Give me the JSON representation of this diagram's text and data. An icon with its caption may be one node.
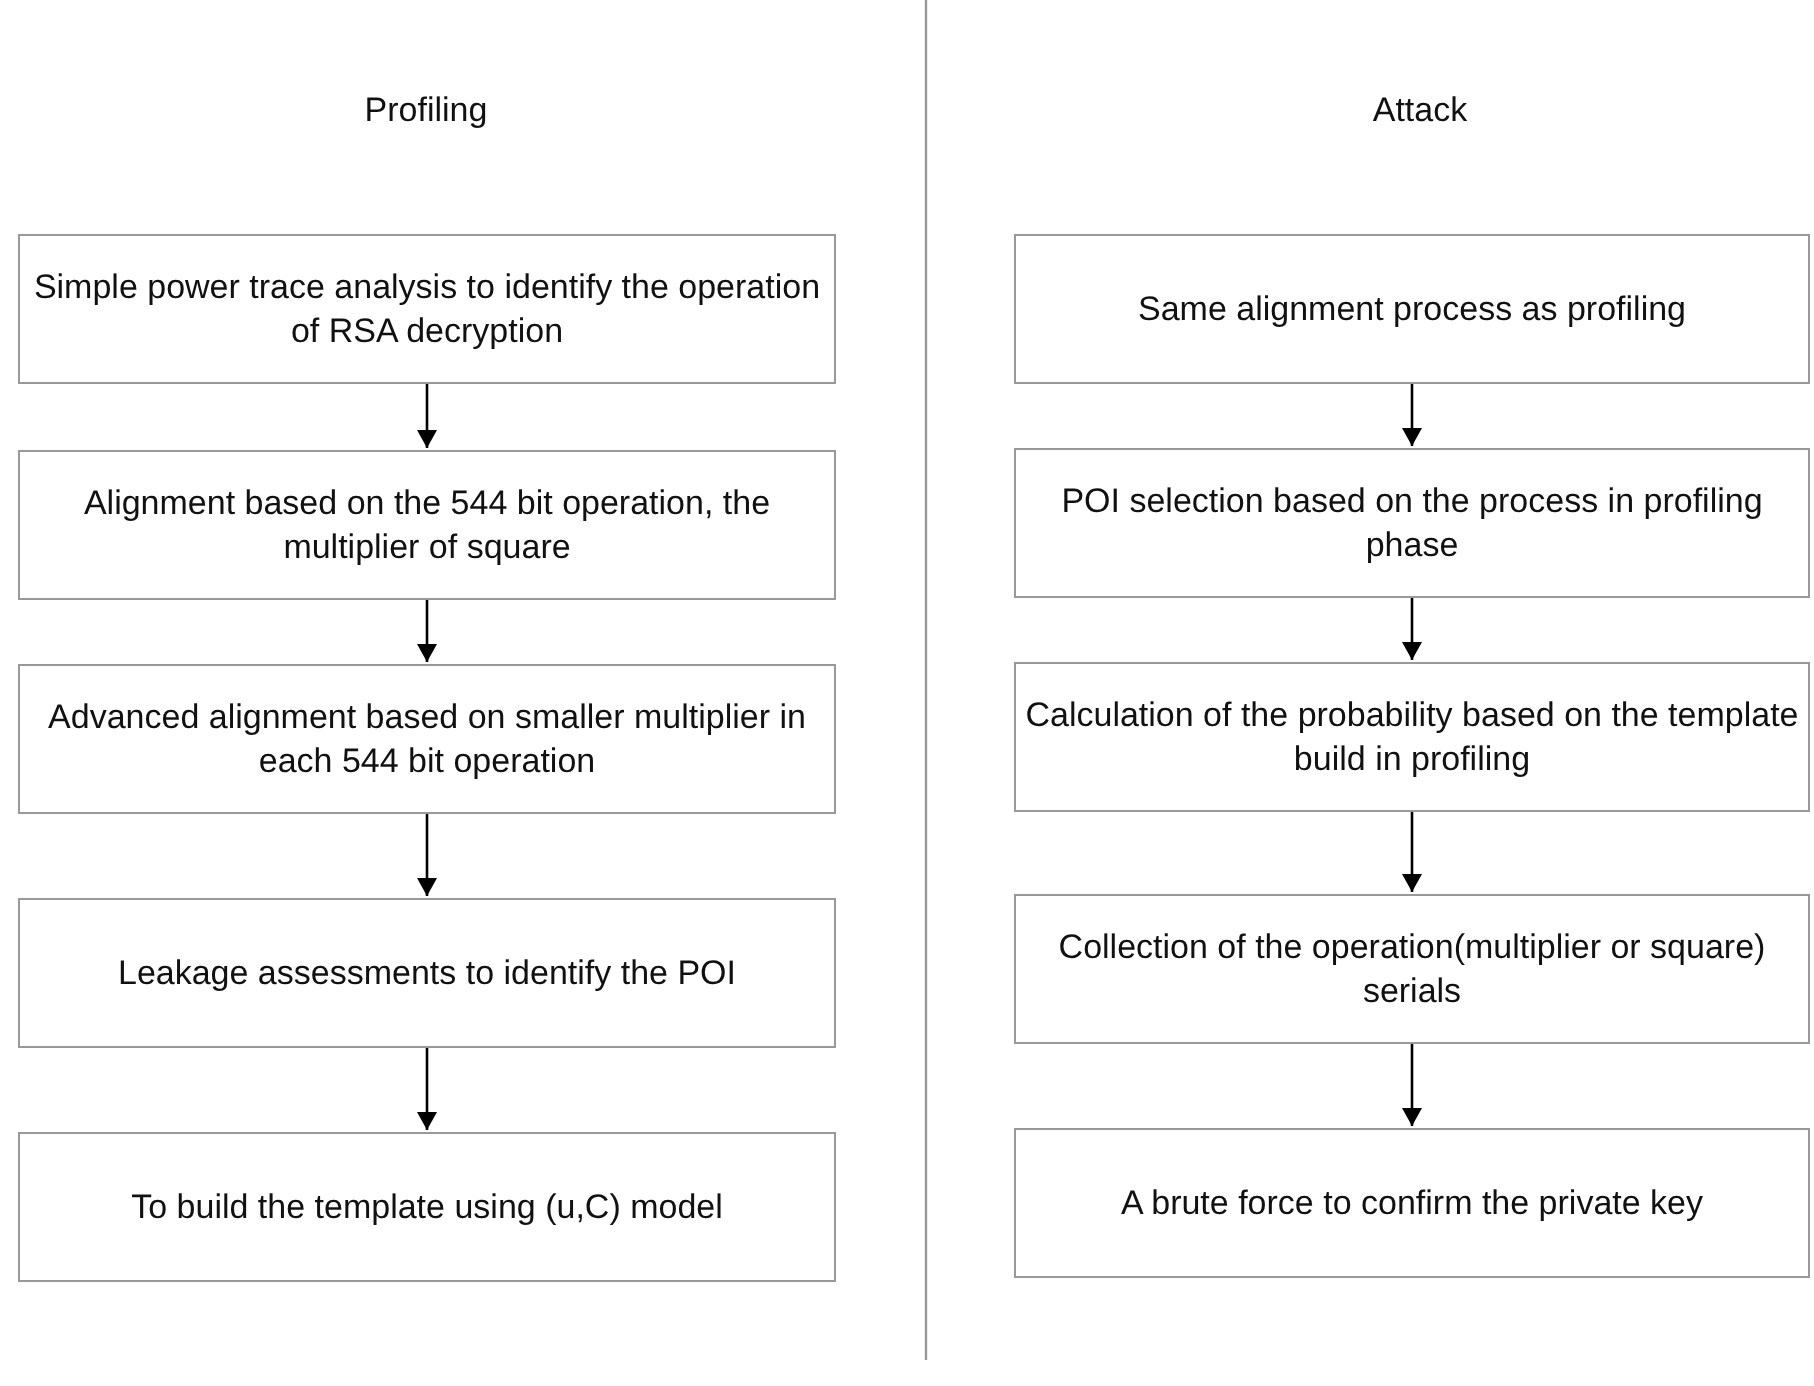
{
  "diagram": {
    "nodes": [
      {
        "text": [
          "Simple power trace analysis to identify the operation of RSA decryption"
        ]
      },
      {
        "text": [
          "Alignment based on the 544 bit operation, the multiplier of square"
        ]
      },
      {
        "text": [
          "Advanced alignment based on smaller multiplier in each 544 bit operation"
        ]
      },
      {
        "text": [
          "Leakage assessments to identify the POI"
        ]
      },
      {
        "text": [
          "To build the template using (u,C) model"
        ]
      },
      {
        "text": [
          "Same alignment process as profiling"
        ]
      },
      {
        "text": [
          "POI selection based on the process in profiling phase"
        ]
      },
      {
        "text": [
          "Calculation of the probability based on the template build in profiling"
        ]
      },
      {
        "text": [
          "Collection of the operation(multiplier or square) serials"
        ]
      },
      {
        "text": [
          "A brute force to confirm the private key"
        ]
      }
    ],
    "edges": [
      {
        "from": 0,
        "to": 1,
        "arrow": "to"
      },
      {
        "from": 1,
        "to": 2,
        "arrow": "to"
      },
      {
        "from": 2,
        "to": 3,
        "arrow": "to"
      },
      {
        "from": 3,
        "to": 4,
        "arrow": "to"
      },
      {
        "from": 5,
        "to": 6,
        "arrow": "to"
      },
      {
        "from": 6,
        "to": 7,
        "arrow": "to"
      },
      {
        "from": 7,
        "to": 8,
        "arrow": "to"
      },
      {
        "from": 8,
        "to": 9,
        "arrow": "to"
      }
    ],
    "labels": [
      "Profiling",
      "Attack"
    ]
  }
}
